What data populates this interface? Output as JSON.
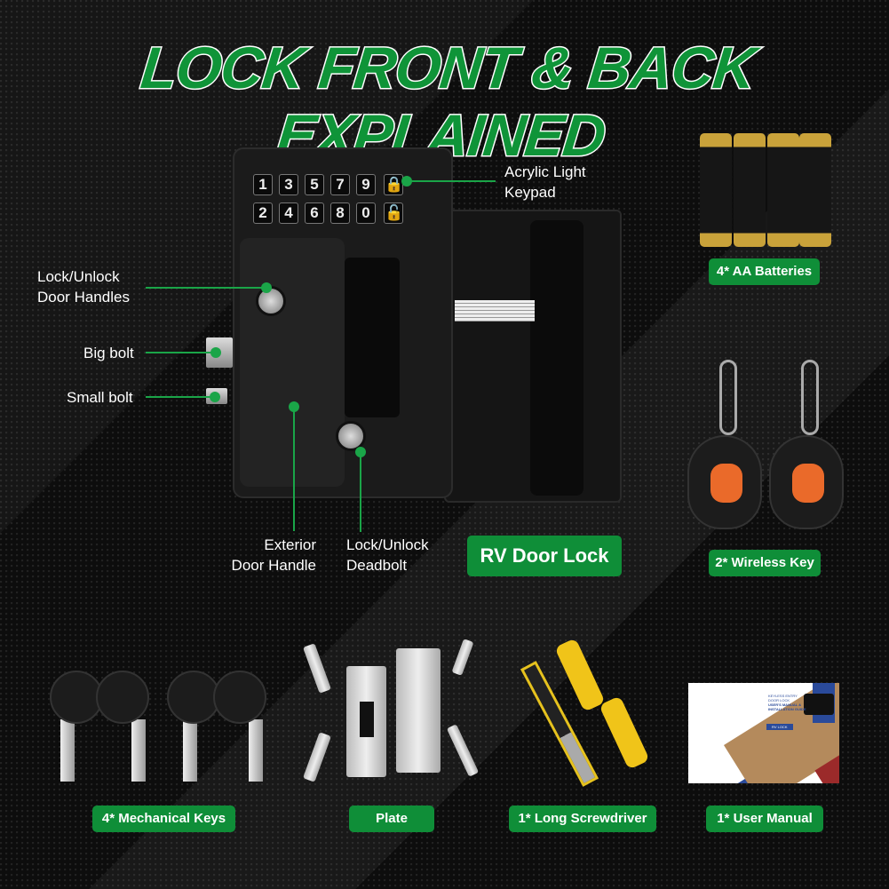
{
  "title": "LOCK FRONT & BACK EXPLAINED",
  "colors": {
    "accent": "#0f8e38",
    "background": "#0e0e0e",
    "line": "#1aa548"
  },
  "keypad": {
    "row1": [
      "1",
      "3",
      "5",
      "7",
      "9",
      "lock-icon"
    ],
    "row2": [
      "2",
      "4",
      "6",
      "8",
      "0",
      "unlock-icon"
    ]
  },
  "callouts": {
    "keypad": [
      "Acrylic Light",
      "Keypad"
    ],
    "handles": [
      "Lock/Unlock",
      "Door Handles"
    ],
    "big_bolt": "Big bolt",
    "small_bolt": "Small bolt",
    "exterior": [
      "Exterior",
      "Door Handle"
    ],
    "deadbolt": [
      "Lock/Unlock",
      "Deadbolt"
    ]
  },
  "product_label": "RV Door Lock",
  "accessories": {
    "batteries": "4* AA Batteries",
    "wireless": "2* Wireless Key",
    "keys": "4* Mechanical Keys",
    "plate": "Plate",
    "screwdriver": "1* Long Screwdriver",
    "manual": "1* User Manual"
  },
  "manual_cover": {
    "line1": "KEYLESS ENTRY",
    "line2": "DOOR LOCK",
    "line3": "USER'S MANUAL &",
    "line4": "INSTALLATION GUIDE",
    "tag": "RV LOCK"
  }
}
